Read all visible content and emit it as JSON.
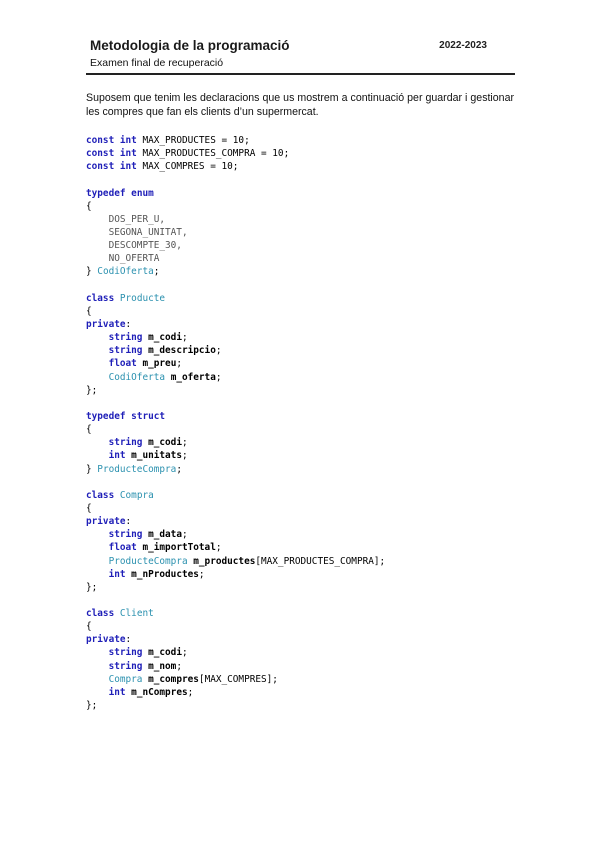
{
  "header": {
    "title": "Metodologia de la programació",
    "subtitle": "Examen final de recuperació",
    "year": "2022-2023"
  },
  "intro": "Suposem que tenim les declaracions que us mostrem a continuació per guardar i gestionar les compres que fan els clients d’un supermercat.",
  "code_lines": [
    [
      [
        "kw",
        "const"
      ],
      [
        "pl",
        " "
      ],
      [
        "kw",
        "int"
      ],
      [
        "cst",
        " MAX_PRODUCTES = 10;"
      ]
    ],
    [
      [
        "kw",
        "const"
      ],
      [
        "pl",
        " "
      ],
      [
        "kw",
        "int"
      ],
      [
        "cst",
        " MAX_PRODUCTES_COMPRA = 10;"
      ]
    ],
    [
      [
        "kw",
        "const"
      ],
      [
        "pl",
        " "
      ],
      [
        "kw",
        "int"
      ],
      [
        "cst",
        " MAX_COMPRES = 10;"
      ]
    ],
    [],
    [
      [
        "kw",
        "typedef"
      ],
      [
        "pl",
        " "
      ],
      [
        "kw",
        "enum"
      ]
    ],
    [
      [
        "pl",
        "{"
      ]
    ],
    [
      [
        "en",
        "    DOS_PER_U,"
      ]
    ],
    [
      [
        "en",
        "    SEGONA_UNITAT,"
      ]
    ],
    [
      [
        "en",
        "    DESCOMPTE_30,"
      ]
    ],
    [
      [
        "en",
        "    NO_OFERTA"
      ]
    ],
    [
      [
        "pl",
        "} "
      ],
      [
        "ty",
        "CodiOferta"
      ],
      [
        "pl",
        ";"
      ]
    ],
    [],
    [
      [
        "kw",
        "class"
      ],
      [
        "pl",
        " "
      ],
      [
        "ty",
        "Producte"
      ]
    ],
    [
      [
        "pl",
        "{"
      ]
    ],
    [
      [
        "kw",
        "private"
      ],
      [
        "pl",
        ":"
      ]
    ],
    [
      [
        "pl",
        "    "
      ],
      [
        "kw",
        "string"
      ],
      [
        "pl",
        " "
      ],
      [
        "id",
        "m_codi"
      ],
      [
        "pl",
        ";"
      ]
    ],
    [
      [
        "pl",
        "    "
      ],
      [
        "kw",
        "string"
      ],
      [
        "pl",
        " "
      ],
      [
        "id",
        "m_descripcio"
      ],
      [
        "pl",
        ";"
      ]
    ],
    [
      [
        "pl",
        "    "
      ],
      [
        "kw",
        "float"
      ],
      [
        "pl",
        " "
      ],
      [
        "id",
        "m_preu"
      ],
      [
        "pl",
        ";"
      ]
    ],
    [
      [
        "pl",
        "    "
      ],
      [
        "ty",
        "CodiOferta"
      ],
      [
        "pl",
        " "
      ],
      [
        "id",
        "m_oferta"
      ],
      [
        "pl",
        ";"
      ]
    ],
    [
      [
        "pl",
        "};"
      ]
    ],
    [],
    [
      [
        "kw",
        "typedef"
      ],
      [
        "pl",
        " "
      ],
      [
        "kw",
        "struct"
      ]
    ],
    [
      [
        "pl",
        "{"
      ]
    ],
    [
      [
        "pl",
        "    "
      ],
      [
        "kw",
        "string"
      ],
      [
        "pl",
        " "
      ],
      [
        "id",
        "m_codi"
      ],
      [
        "pl",
        ";"
      ]
    ],
    [
      [
        "pl",
        "    "
      ],
      [
        "kw",
        "int"
      ],
      [
        "pl",
        " "
      ],
      [
        "id",
        "m_unitats"
      ],
      [
        "pl",
        ";"
      ]
    ],
    [
      [
        "pl",
        "} "
      ],
      [
        "ty",
        "ProducteCompra"
      ],
      [
        "pl",
        ";"
      ]
    ],
    [],
    [
      [
        "kw",
        "class"
      ],
      [
        "pl",
        " "
      ],
      [
        "ty",
        "Compra"
      ]
    ],
    [
      [
        "pl",
        "{"
      ]
    ],
    [
      [
        "kw",
        "private"
      ],
      [
        "pl",
        ":"
      ]
    ],
    [
      [
        "pl",
        "    "
      ],
      [
        "kw",
        "string"
      ],
      [
        "pl",
        " "
      ],
      [
        "id",
        "m_data"
      ],
      [
        "pl",
        ";"
      ]
    ],
    [
      [
        "pl",
        "    "
      ],
      [
        "kw",
        "float"
      ],
      [
        "pl",
        " "
      ],
      [
        "id",
        "m_importTotal"
      ],
      [
        "pl",
        ";"
      ]
    ],
    [
      [
        "pl",
        "    "
      ],
      [
        "ty",
        "ProducteCompra"
      ],
      [
        "pl",
        " "
      ],
      [
        "id",
        "m_productes"
      ],
      [
        "pl",
        "[MAX_PRODUCTES_COMPRA];"
      ]
    ],
    [
      [
        "pl",
        "    "
      ],
      [
        "kw",
        "int"
      ],
      [
        "pl",
        " "
      ],
      [
        "id",
        "m_nProductes"
      ],
      [
        "pl",
        ";"
      ]
    ],
    [
      [
        "pl",
        "};"
      ]
    ],
    [],
    [
      [
        "kw",
        "class"
      ],
      [
        "pl",
        " "
      ],
      [
        "ty",
        "Client"
      ]
    ],
    [
      [
        "pl",
        "{"
      ]
    ],
    [
      [
        "kw",
        "private"
      ],
      [
        "pl",
        ":"
      ]
    ],
    [
      [
        "pl",
        "    "
      ],
      [
        "kw",
        "string"
      ],
      [
        "pl",
        " "
      ],
      [
        "id",
        "m_codi"
      ],
      [
        "pl",
        ";"
      ]
    ],
    [
      [
        "pl",
        "    "
      ],
      [
        "kw",
        "string"
      ],
      [
        "pl",
        " "
      ],
      [
        "id",
        "m_nom"
      ],
      [
        "pl",
        ";"
      ]
    ],
    [
      [
        "pl",
        "    "
      ],
      [
        "ty",
        "Compra"
      ],
      [
        "pl",
        " "
      ],
      [
        "id",
        "m_compres"
      ],
      [
        "pl",
        "[MAX_COMPRES];"
      ]
    ],
    [
      [
        "pl",
        "    "
      ],
      [
        "kw",
        "int"
      ],
      [
        "pl",
        " "
      ],
      [
        "id",
        "m_nCompres"
      ],
      [
        "pl",
        ";"
      ]
    ],
    [
      [
        "pl",
        "};"
      ]
    ]
  ]
}
